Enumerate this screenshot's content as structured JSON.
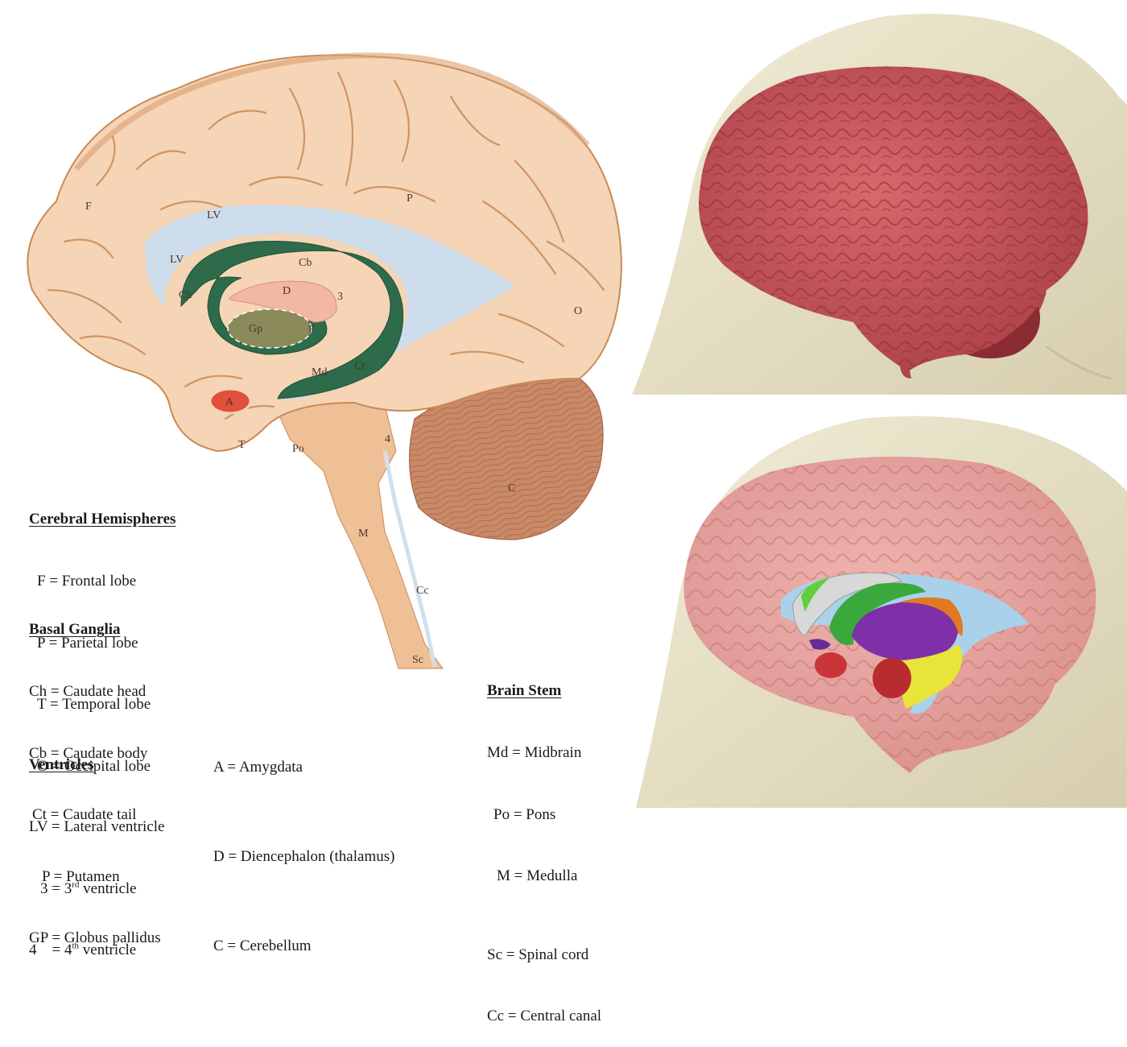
{
  "diagram_labels": {
    "F": "F",
    "P": "P",
    "O": "O",
    "T": "T",
    "C": "C",
    "LV_top": "LV",
    "LV_front": "LV",
    "Cb": "Cb",
    "Ch": "Ch",
    "Ct": "Ct",
    "D": "D",
    "three": "3",
    "Gp": "Gp",
    "Putamen": "P",
    "Md": "Md",
    "A": "A",
    "Po": "Po",
    "four": "4",
    "M": "M",
    "Cc": "Cc",
    "Sc": "Sc"
  },
  "legend": {
    "cerebral": {
      "heading": "Cerebral Hemispheres",
      "items": [
        "F = Frontal lobe",
        "P = Parietal lobe",
        "T = Temporal lobe",
        "O = Occipital lobe"
      ]
    },
    "basal": {
      "heading": "Basal Ganglia",
      "items": [
        "Ch = Caudate head",
        "Cb = Caudate body",
        "Ct = Caudate tail",
        "P = Putamen",
        "GP = Globus pallidus"
      ]
    },
    "ventricles": {
      "heading": "Ventricles",
      "lv": "LV = Lateral ventricle",
      "third_num": "3 = 3",
      "third_sup": "rd",
      "third_tail": " ventricle",
      "fourth_num": "4    = 4",
      "fourth_sup": "th",
      "fourth_tail": " ventricle"
    },
    "other": {
      "amygdala": "A = Amygdata",
      "diencephalon": "D = Diencephalon (thalamus)",
      "cerebellum": "C = Cerebellum"
    },
    "brainstem": {
      "heading": "Brain Stem",
      "items": [
        "Md = Midbrain",
        "Po = Pons",
        "M = Medulla"
      ],
      "spinal": "Sc = Spinal cord",
      "canal": "Cc = Central canal"
    }
  },
  "colors": {
    "brain_fill": "#f6d4b6",
    "sulci": "#c98a55",
    "ventricle": "#c9def2",
    "caudate": "#2d6b4a",
    "globus": "#8a8a5a",
    "thalamus": "#f2b8a2",
    "amygdala": "#e0503c",
    "cerebellum": "#c98a68",
    "brainstem": "#efc096",
    "head_skin": "#e8e2c8",
    "brain3d": "#c8585e",
    "brain3d_translucent": "#e8a4a0"
  }
}
